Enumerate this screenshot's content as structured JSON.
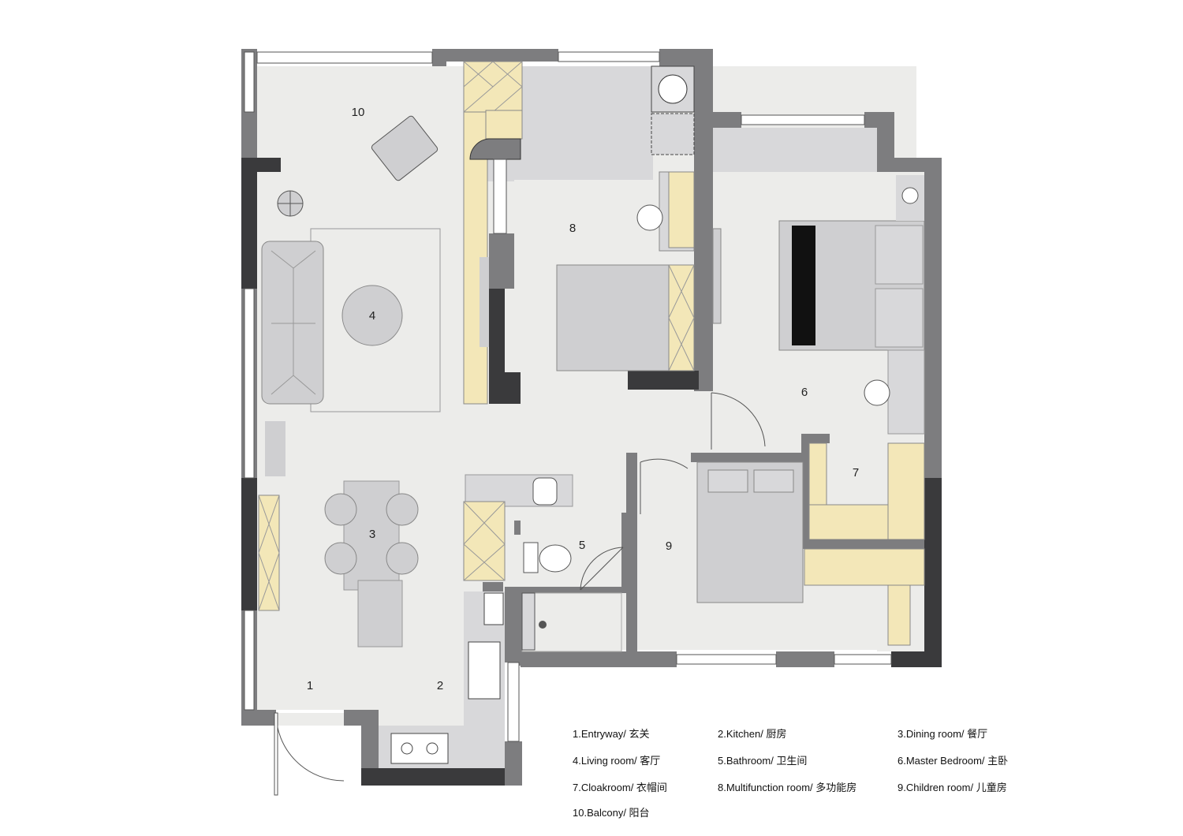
{
  "rooms": [
    {
      "num": "1",
      "label": "1.Entryway/ 玄关"
    },
    {
      "num": "2",
      "label": "2.Kitchen/ 厨房"
    },
    {
      "num": "3",
      "label": "3.Dining room/ 餐厅"
    },
    {
      "num": "4",
      "label": "4.Living room/ 客厅"
    },
    {
      "num": "5",
      "label": "5.Bathroom/ 卫生间"
    },
    {
      "num": "6",
      "label": "6.Master Bedroom/ 主卧"
    },
    {
      "num": "7",
      "label": "7.Cloakroom/ 衣帽间"
    },
    {
      "num": "8",
      "label": "8.Multifunction room/ 多功能房"
    },
    {
      "num": "9",
      "label": "9.Children room/ 儿童房"
    },
    {
      "num": "10",
      "label": "10.Balcony/ 阳台"
    }
  ],
  "colors": {
    "wall": "#7d7d7f",
    "wall_dark": "#3a3a3c",
    "floor": "#ececea",
    "balcony_floor": "#d8d8da",
    "furniture": "#cfcfd1",
    "wood": "#f3e7b8",
    "bed_dark": "#111111"
  }
}
